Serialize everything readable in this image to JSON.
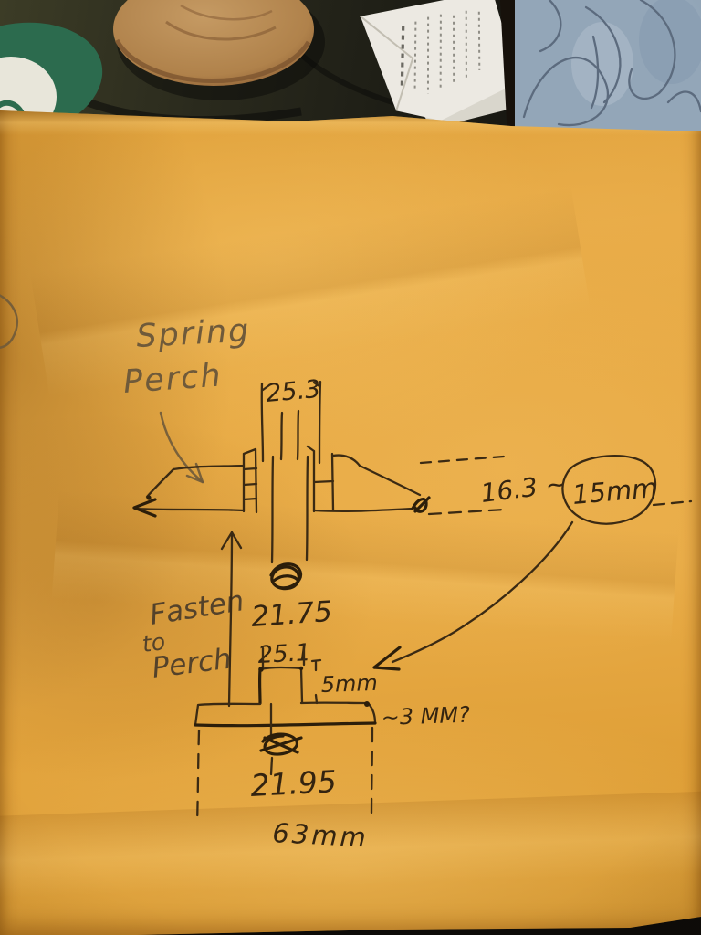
{
  "sketch": {
    "labels": {
      "spring_line1": "Spring",
      "spring_line2": "Perch",
      "fasten_line1": "Fasten",
      "fasten_line2": "to",
      "fasten_line3": "Perch"
    },
    "dims": {
      "top_width": "25.3",
      "right_note": "16.3 ~",
      "circled": "15mm",
      "upper_center": "21.75",
      "lower_width": "25.1",
      "boss_height": "5mm",
      "base_thickness": "~3 MM?",
      "lower_center": "21.95",
      "overall_width": "63mm"
    }
  },
  "colors": {
    "envelope": "#e7a840",
    "pen_ink": "#3b2a13",
    "pencil": "#6f5a3a",
    "table": "#26261b",
    "fabric": "#93a6b8",
    "coaster": "#b98a55",
    "receipt": "#ece9e2",
    "green_object": "#2c6b4e"
  }
}
